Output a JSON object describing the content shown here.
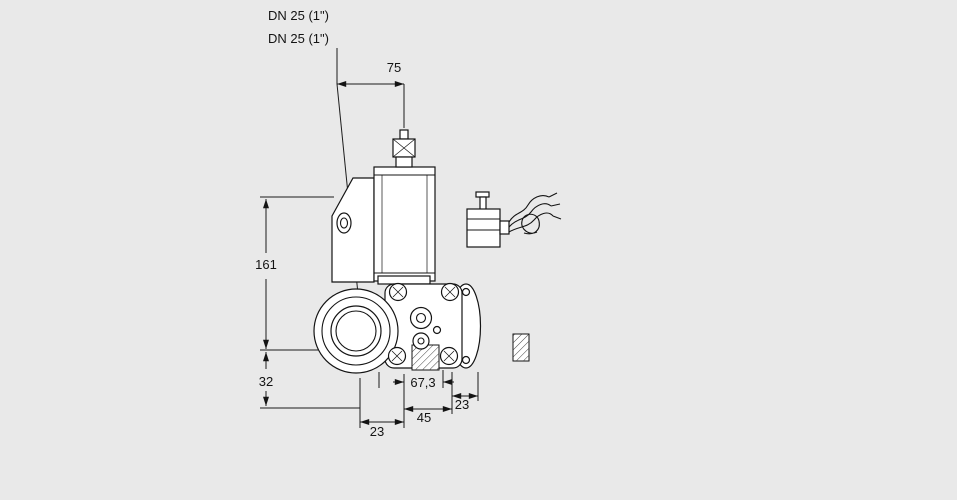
{
  "page": {
    "background_color": "#e9e9e9",
    "line_color": "#141414",
    "fill_color": "#ffffff"
  },
  "labels": {
    "dn_line1": "DN 25 (1\")",
    "dn_line2": "DN 25 (1\")"
  },
  "dimensions": {
    "top_width": "75",
    "left_height_total": "161",
    "left_height_lower": "32",
    "bottom_width_center": "67,3",
    "bottom_width_right": "23",
    "bottom_width_mid": "45",
    "bottom_width_left": "23"
  }
}
